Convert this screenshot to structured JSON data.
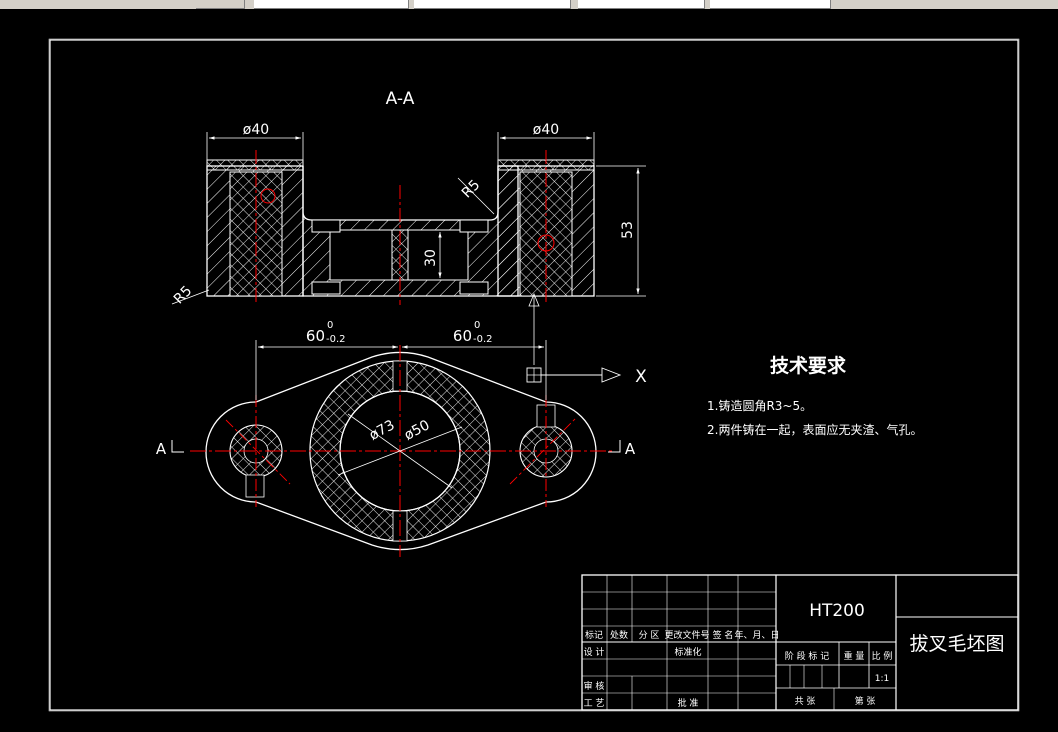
{
  "drawing": {
    "section_title": "A-A",
    "dims": {
      "d40_left": "ø40",
      "d40_right": "ø40",
      "r5_top": "R5",
      "r5_bottom": "R5",
      "height_53": "53",
      "inner_30": "30",
      "span_left_main": "60",
      "span_left_sup": "0",
      "span_left_sub": "-0.2",
      "span_right_main": "60",
      "span_right_sup": "0",
      "span_right_sub": "-0.2",
      "d73": "ø73",
      "d50": "ø50"
    },
    "axis_x": "X",
    "section_mark_left": "A",
    "section_mark_right": "A",
    "tech_title": "技术要求",
    "tech_items": [
      "1.铸造圆角R3~5。",
      "2.两件铸在一起，表面应无夹渣、气孔。"
    ]
  },
  "title_block": {
    "material": "HT200",
    "part_name": "拔叉毛坯图",
    "row_headers": [
      "标记",
      "处数",
      "分 区",
      "更改文件号",
      "签 名",
      "年、月、日"
    ],
    "design": "设 计",
    "standardize": "标准化",
    "stage_mark": "阶 段 标 记",
    "weight": "重 量",
    "scale_label": "比 例",
    "scale_value": "1:1",
    "review": "审 核",
    "process": "工 艺",
    "approve": "批 准",
    "total_sheets": "共    张",
    "sheet_no": "第    张"
  },
  "colors": {
    "background": "#000000",
    "line": "#ffffff",
    "centerline": "#ff0000",
    "hatch": "#ffffff"
  }
}
